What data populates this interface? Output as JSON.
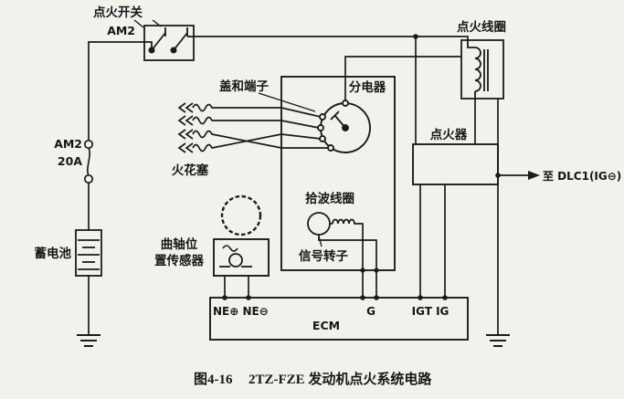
{
  "labels": {
    "ignition_switch": "点火开关",
    "am2_top": "AM2",
    "ignition_coil": "点火线圈",
    "cap_and_terminals": "盖和端子",
    "distributor": "分电器",
    "spark_plugs": "火花塞",
    "igniter": "点火器",
    "to_dlc1": "至 DLC1(IG⊖)",
    "am2_fuse": "AM2",
    "fuse_rating": "20A",
    "pickup_coil": "拾波线圈",
    "signal_rotor": "信号转子",
    "crank_sensor_line1": "曲轴位",
    "crank_sensor_line2": "置传感器",
    "battery": "蓄电池",
    "ecm": "ECM",
    "ne_terminals": "NE⊕ NE⊖",
    "g_terminal": "G",
    "igt_ig_terminals": "IGT IG"
  },
  "caption": {
    "figure_no": "图4-16",
    "title": "2TZ-FZE 发动机点火系统电路"
  },
  "colors": {
    "ink": "#1b1b1b",
    "paper": "#f3f1ec"
  }
}
